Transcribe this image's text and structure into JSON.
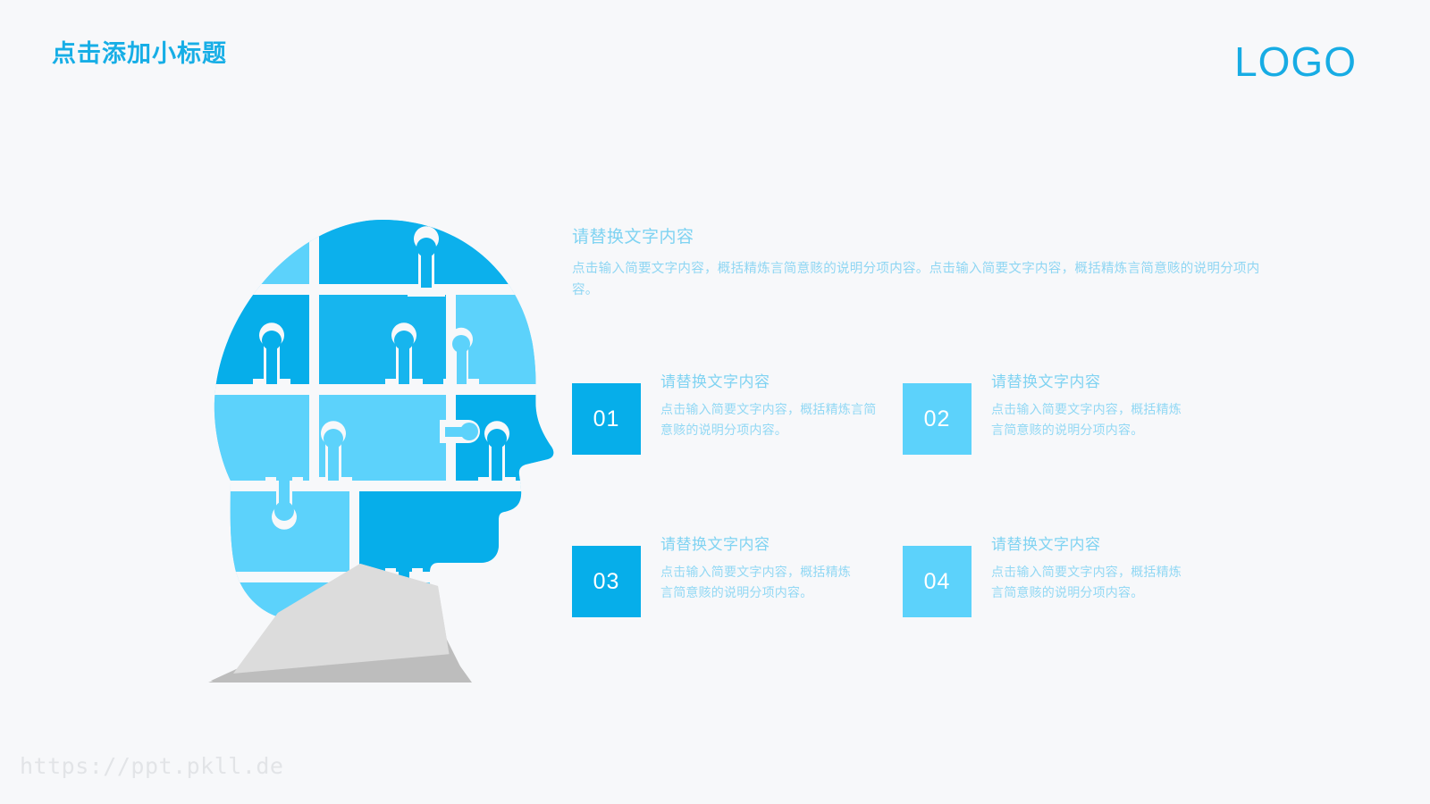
{
  "theme": {
    "background": "#F7F8FA",
    "accent_dark_blue": "#06AEEA",
    "accent_light_blue": "#5CD2FB",
    "title_blue": "#17AEE6",
    "text_blue": "#8FD6F3",
    "heading_blue": "#80D3F2",
    "shoulder_light_gray": "#DCDCDC",
    "shoulder_dark_gray": "#BDBDBD",
    "watermark_gray": "#E2E4E7"
  },
  "header": {
    "title": "点击添加小标题",
    "logo": "LOGO"
  },
  "intro": {
    "heading": "请替换文字内容",
    "body": "点击输入简要文字内容，概括精炼言简意赅的说明分项内容。点击输入简要文字内容，概括精炼言简意赅的说明分项内容。"
  },
  "cards": [
    {
      "number": "01",
      "heading": "请替换文字内容",
      "body": "点击输入简要文字内容，概括精炼言简意赅的说明分项内容。",
      "box_color": "#06AEEA"
    },
    {
      "number": "02",
      "heading": "请替换文字内容",
      "body": "点击输入简要文字内容，概括精炼言简意赅的说明分项内容。",
      "box_color": "#5CD2FB"
    },
    {
      "number": "03",
      "heading": "请替换文字内容",
      "body": "点击输入简要文字内容，概括精炼言简意赅的说明分项内容。",
      "box_color": "#06AEEA"
    },
    {
      "number": "04",
      "heading": "请替换文字内容",
      "body": "点击输入简要文字内容，概括精炼言简意赅的说明分项内容。",
      "box_color": "#5CD2FB"
    }
  ],
  "illustration": {
    "name": "puzzle-head-icon",
    "description": "人头拼图"
  },
  "footer": {
    "watermark": "https://ppt.pkll.de"
  }
}
